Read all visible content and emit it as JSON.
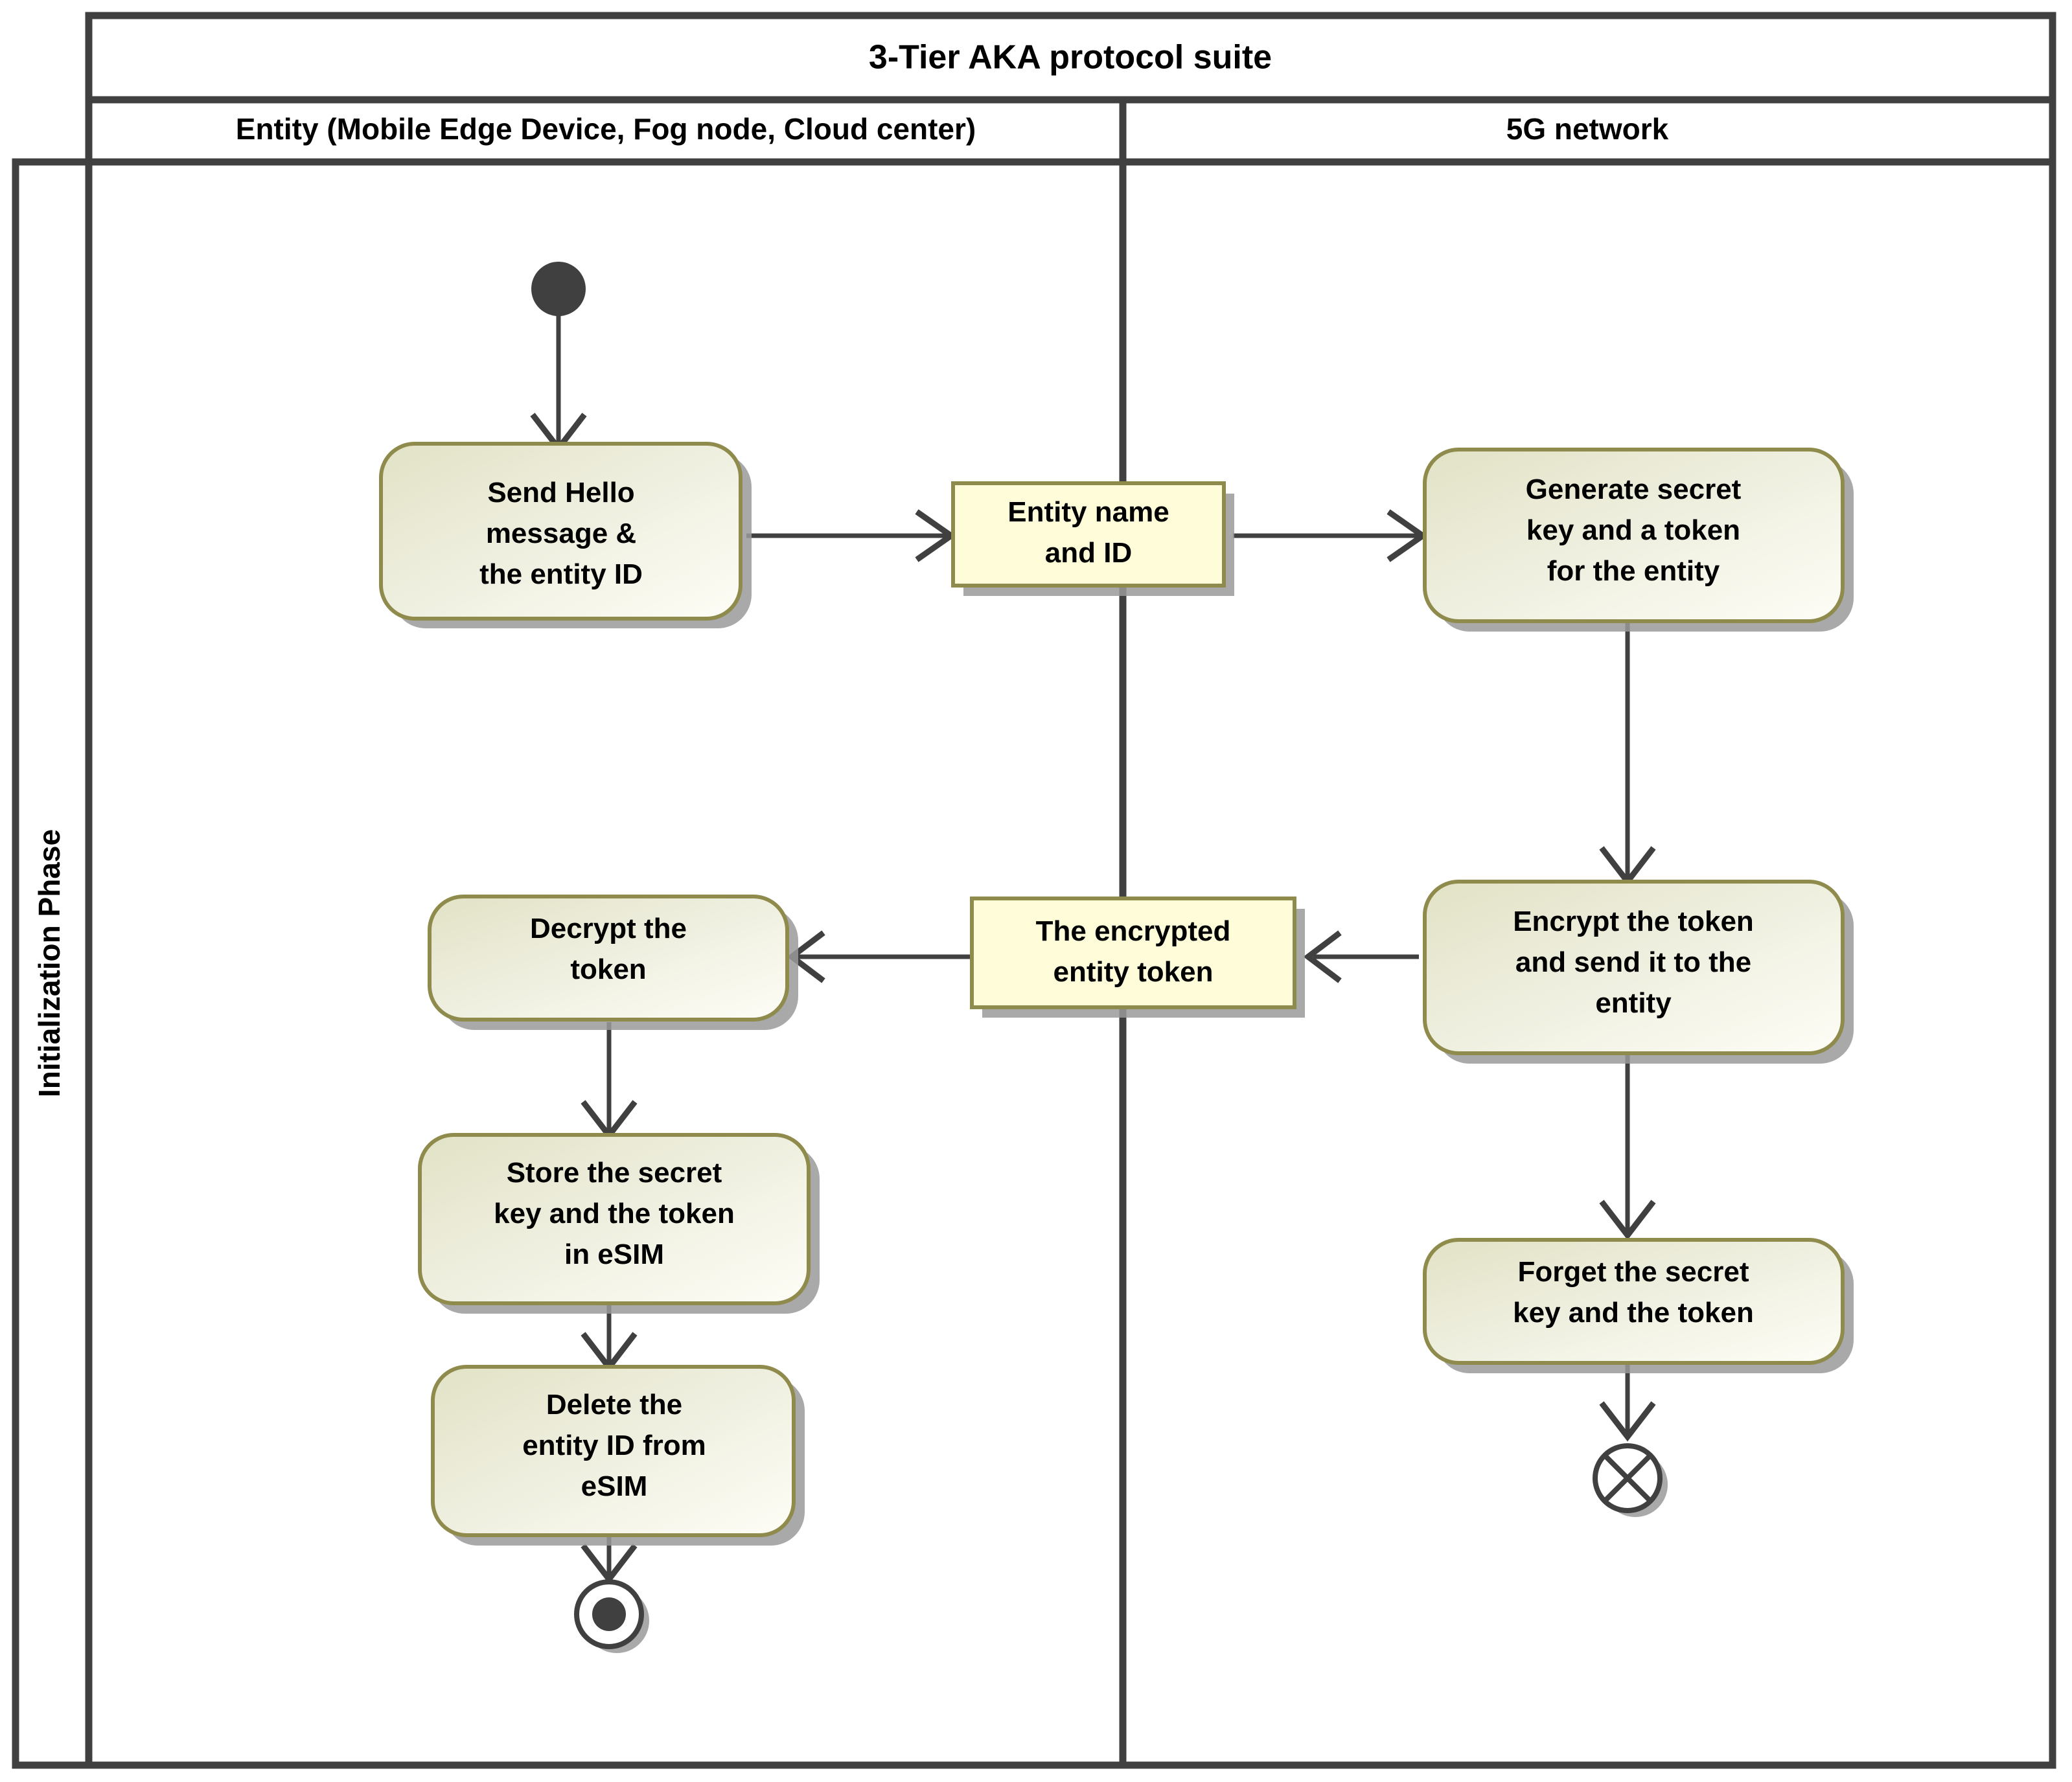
{
  "diagram": {
    "title": "3-Tier AKA protocol suite",
    "phase_label": "Initialization Phase",
    "lanes": [
      {
        "id": "entity",
        "label": "Entity (Mobile Edge Device, Fog node, Cloud center)"
      },
      {
        "id": "network",
        "label": "5G network"
      }
    ],
    "colors": {
      "frame": "#404040",
      "action_fill_start": "#e4e4c8",
      "action_fill_end": "#fdfdf5",
      "action_border": "#8f8b4c",
      "object_fill": "#fffdd9",
      "object_border": "#8f8b4c",
      "edge": "#404040",
      "shadow": "#9a9a9a",
      "start_node": "#404040"
    },
    "nodes": [
      {
        "id": "start",
        "type": "initial-node",
        "lane": "entity",
        "label": ""
      },
      {
        "id": "send-hello",
        "type": "action",
        "lane": "entity",
        "label": "Send Hello\nmessage &\nthe entity ID"
      },
      {
        "id": "entity-name-id",
        "type": "object",
        "lane": "entity",
        "label": "Entity name\nand ID"
      },
      {
        "id": "generate-key",
        "type": "action",
        "lane": "network",
        "label": "Generate secret\nkey and a token\nfor the entity"
      },
      {
        "id": "encrypt-token",
        "type": "action",
        "lane": "network",
        "label": "Encrypt the token\nand send it to the\nentity"
      },
      {
        "id": "encrypted-token",
        "type": "object",
        "lane": "entity",
        "label": "The encrypted\nentity token"
      },
      {
        "id": "decrypt-token",
        "type": "action",
        "lane": "entity",
        "label": "Decrypt the\ntoken"
      },
      {
        "id": "store-key",
        "type": "action",
        "lane": "entity",
        "label": "Store the secret\nkey and the token\nin eSIM"
      },
      {
        "id": "delete-id",
        "type": "action",
        "lane": "entity",
        "label": "Delete the\nentity ID from\neSIM"
      },
      {
        "id": "forget-key",
        "type": "action",
        "lane": "network",
        "label": "Forget the secret\nkey and the token"
      },
      {
        "id": "activity-final",
        "type": "final-node",
        "lane": "entity",
        "label": ""
      },
      {
        "id": "flow-final",
        "type": "flow-final",
        "lane": "network",
        "label": ""
      }
    ],
    "edges": [
      {
        "from": "start",
        "to": "send-hello"
      },
      {
        "from": "send-hello",
        "to": "entity-name-id"
      },
      {
        "from": "entity-name-id",
        "to": "generate-key"
      },
      {
        "from": "generate-key",
        "to": "encrypt-token"
      },
      {
        "from": "encrypt-token",
        "to": "encrypted-token"
      },
      {
        "from": "encrypted-token",
        "to": "decrypt-token"
      },
      {
        "from": "decrypt-token",
        "to": "store-key"
      },
      {
        "from": "store-key",
        "to": "delete-id"
      },
      {
        "from": "delete-id",
        "to": "activity-final"
      },
      {
        "from": "encrypt-token",
        "to": "forget-key"
      },
      {
        "from": "forget-key",
        "to": "flow-final"
      }
    ]
  },
  "labels": {
    "send_hello_l1": "Send Hello",
    "send_hello_l2": "message &",
    "send_hello_l3": "the entity ID",
    "entity_name_l1": "Entity name",
    "entity_name_l2": "and ID",
    "generate_l1": "Generate secret",
    "generate_l2": "key and a token",
    "generate_l3": "for the entity",
    "encrypt_l1": "Encrypt the token",
    "encrypt_l2": "and send it to the",
    "encrypt_l3": "entity",
    "enc_token_l1": "The encrypted",
    "enc_token_l2": "entity token",
    "decrypt_l1": "Decrypt the",
    "decrypt_l2": "token",
    "store_l1": "Store the secret",
    "store_l2": "key and the token",
    "store_l3": "in eSIM",
    "delete_l1": "Delete the",
    "delete_l2": "entity ID from",
    "delete_l3": "eSIM",
    "forget_l1": "Forget the secret",
    "forget_l2": "key and the token"
  }
}
